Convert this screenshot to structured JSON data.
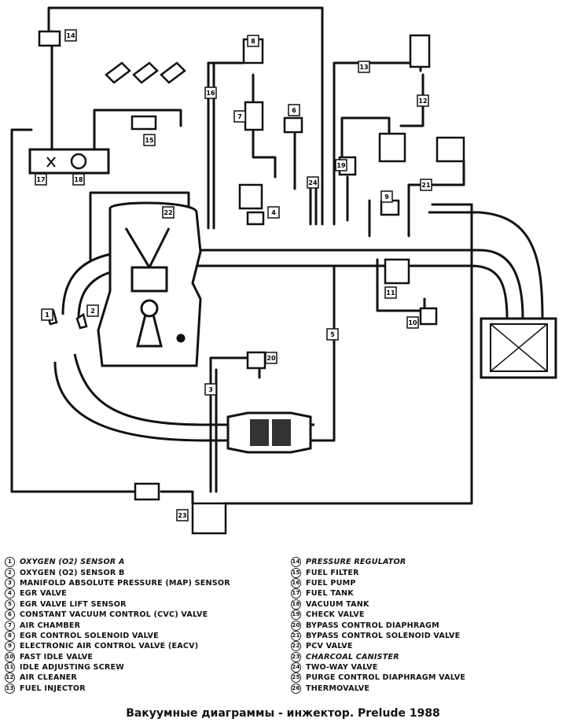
{
  "legend_left": [
    {
      "num": "1",
      "label": "OXYGEN (O2) SENSOR A",
      "italic": true
    },
    {
      "num": "2",
      "label": "OXYGEN (O2) SENSOR B"
    },
    {
      "num": "3",
      "label": "MANIFOLD ABSOLUTE PRESSURE (MAP) SENSOR"
    },
    {
      "num": "4",
      "label": "EGR VALVE"
    },
    {
      "num": "5",
      "label": "EGR VALVE LIFT SENSOR"
    },
    {
      "num": "6",
      "label": "CONSTANT VACUUM CONTROL (CVC) VALVE"
    },
    {
      "num": "7",
      "label": "AIR CHAMBER"
    },
    {
      "num": "8",
      "label": "EGR CONTROL SOLENOID VALVE"
    },
    {
      "num": "9",
      "label": "ELECTRONIC AIR CONTROL VALVE (EACV)"
    },
    {
      "num": "10",
      "label": "FAST IDLE VALVE"
    },
    {
      "num": "11",
      "label": "IDLE ADJUSTING SCREW"
    },
    {
      "num": "12",
      "label": "AIR CLEANER"
    },
    {
      "num": "13",
      "label": "FUEL INJECTOR"
    }
  ],
  "legend_right": [
    {
      "num": "14",
      "label": "PRESSURE REGULATOR",
      "italic": true
    },
    {
      "num": "15",
      "label": "FUEL FILTER"
    },
    {
      "num": "16",
      "label": "FUEL PUMP"
    },
    {
      "num": "17",
      "label": "FUEL TANK"
    },
    {
      "num": "18",
      "label": "VACUUM TANK"
    },
    {
      "num": "19",
      "label": "CHECK VALVE"
    },
    {
      "num": "20",
      "label": "BYPASS CONTROL DIAPHRAGM"
    },
    {
      "num": "21",
      "label": "BYPASS CONTROL SOLENOID VALVE"
    },
    {
      "num": "22",
      "label": "PCV VALVE"
    },
    {
      "num": "23",
      "label": "CHARCOAL CANISTER",
      "italic": true
    },
    {
      "num": "24",
      "label": "TWO-WAY VALVE"
    },
    {
      "num": "25",
      "label": "PURGE CONTROL DIAPHRAGM VALVE"
    },
    {
      "num": "26",
      "label": "THERMOVALVE"
    }
  ],
  "hose_labels": [
    "1",
    "2",
    "3",
    "4",
    "5",
    "6",
    "7",
    "8",
    "9",
    "10",
    "11",
    "12",
    "13",
    "14",
    "15",
    "16",
    "17",
    "18",
    "19",
    "20",
    "21",
    "22",
    "23",
    "24"
  ],
  "caption": "Вакуумные диаграммы - инжектор. Prelude 1988"
}
